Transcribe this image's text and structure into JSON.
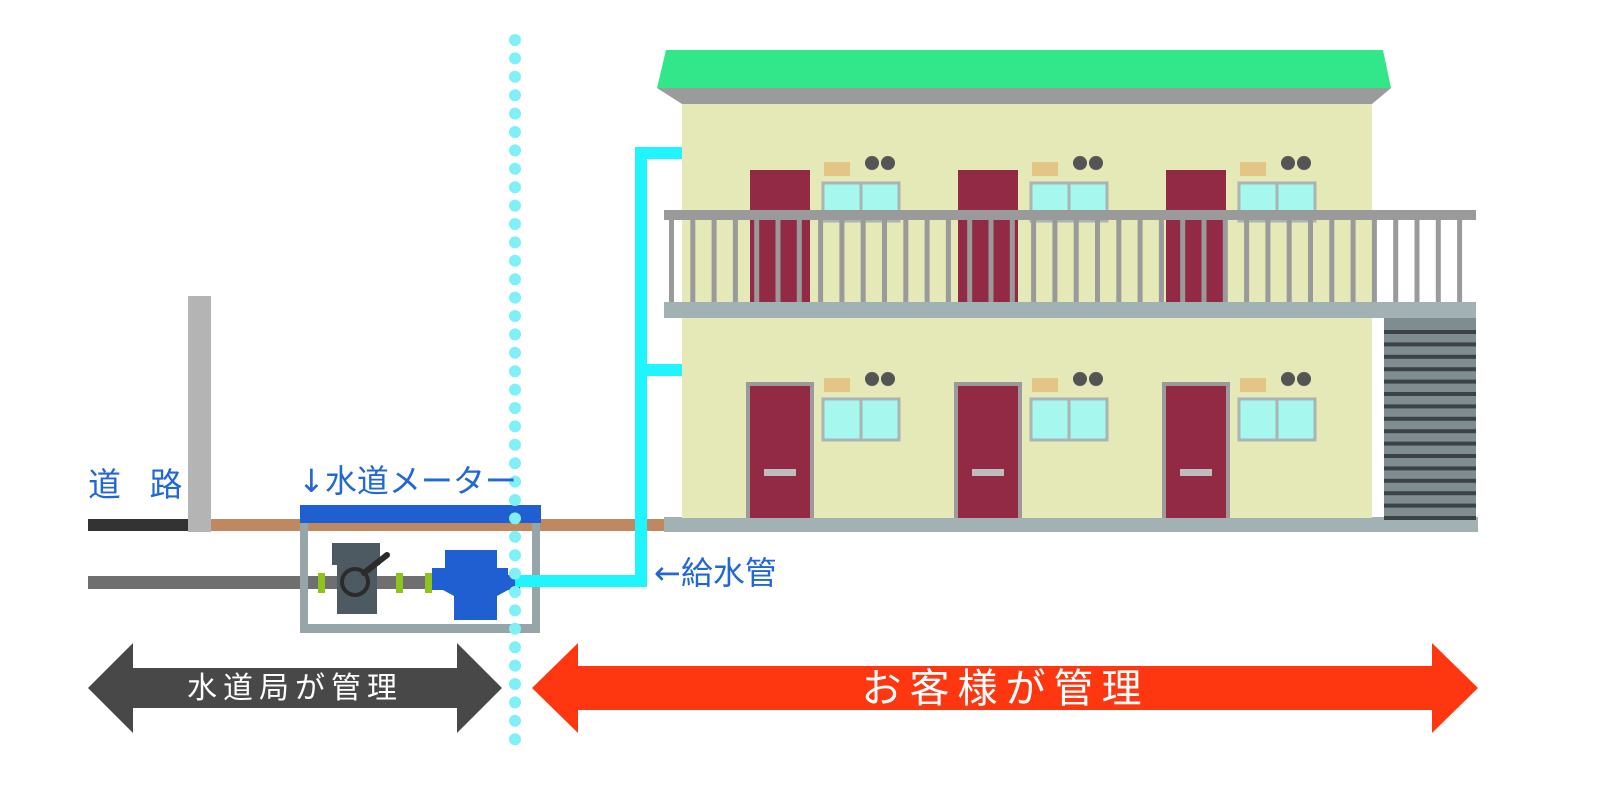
{
  "labels": {
    "road": "道 路",
    "water_meter": "↓水道メーター",
    "supply_pipe": "←給水管",
    "bureau_managed": "水道局が管理",
    "customer_managed": "お客様が管理"
  },
  "colors": {
    "label_blue": "#2167d6",
    "arrow_dark": "#484848",
    "arrow_red": "#ff3710",
    "boundary_cyan": "#7ff0f6",
    "supply_pipe_cyan": "#1ff4ff",
    "roof_green": "#32e68a",
    "wall_cream": "#e4e9b7",
    "door_maroon": "#922a45",
    "window_glass": "#a6f8ee",
    "rail_gray": "#9a9a9a",
    "meter_blue": "#1f5fd2",
    "valve_dark": "#4e5a61",
    "joint_green": "#8ec21c",
    "ground_brown": "#c08860",
    "underground_pipe": "#6f6f6f"
  }
}
